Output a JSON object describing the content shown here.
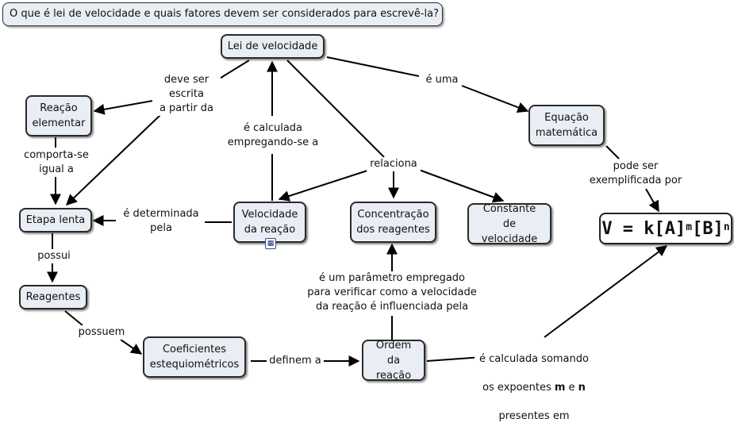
{
  "question": "O que é lei de velocidade e quais fatores devem ser considerados para escrevê-la?",
  "nodes": {
    "lei": "Lei de velocidade",
    "reacao_elementar": "Reação\nelementar",
    "etapa_lenta": "Etapa lenta",
    "reagentes": "Reagentes",
    "coeficientes": "Coeficientes\nestequiométricos",
    "ordem": "Ordem\nda reação",
    "velocidade": "Velocidade\nda reação",
    "concentracao": "Concentração\ndos reagentes",
    "constante": "Constante\nde velocidade",
    "equacao": "Equação\nmatemática"
  },
  "labels": {
    "deve_ser": "deve ser\nescrita\na partir da",
    "e_uma": "é uma",
    "e_calculada": "é calculada\nempregando-se a",
    "relaciona": "relaciona",
    "comporta": "comporta-se\nigual a",
    "determinada": "é determinada\npela",
    "possui": "possui",
    "possuem": "possuem",
    "definem": "definem a",
    "parametro": "é um parâmetro empregado\npara verificar como a velocidade\nda reação é influenciada pela",
    "calculada_somando_1": "é calculada somando",
    "calculada_somando_2a": "os expoentes ",
    "calculada_somando_m": "m",
    "calculada_somando_e": " e ",
    "calculada_somando_n": "n",
    "calculada_somando_3": "presentes em",
    "pode_ser": "pode ser\nexemplificada por"
  },
  "formula": {
    "prefix": "V = k[A]",
    "exp_m": "m",
    "mid": "[B]",
    "exp_n": "n"
  },
  "colors": {
    "node_fill": "#e8eef4",
    "node_border": "#2a2a2a",
    "edge": "#000000"
  },
  "icons": {
    "map_link": "concept-map-link-icon"
  }
}
